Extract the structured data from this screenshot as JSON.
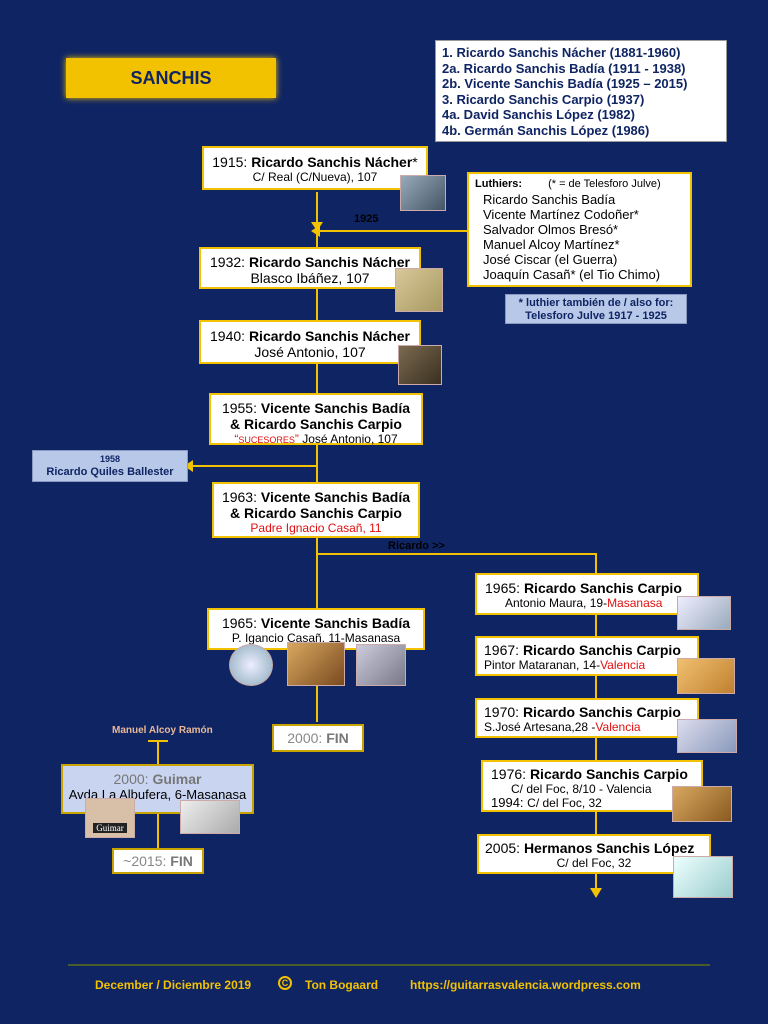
{
  "title": "SANCHIS",
  "legend": [
    "1. Ricardo Sanchis Nácher  (1881-1960)",
    "2a. Ricardo Sanchis Badía (1911 - 1938)",
    "2b. Vicente Sanchis Badía  (1925 – 2015)",
    "3.   Ricardo Sanchis Carpio (1937)",
    "4a. David Sanchis López    (1982)",
    "4b. Germán Sanchis López (1986)"
  ],
  "luthiers": {
    "header": "Luthiers:",
    "note": "(* = de Telesforo Julve)",
    "names": [
      "Ricardo Sanchis Badía",
      "Vicente Martínez Codoñer*",
      "Salvador Olmos Bresó*",
      "Manuel Alcoy Martínez*",
      "José Ciscar (el Guerra)",
      "Joaquín Casañ* (el Tio Chimo)"
    ],
    "year_label": "1925"
  },
  "also_for": {
    "line1": "* luthier también de / also for:",
    "line2": "Telesforo Julve  1917 - 1925"
  },
  "left_chain": {
    "b1915": {
      "year": "1915: ",
      "name": "Ricardo Sanchis Nácher",
      "star": "*",
      "addr": "C/ Real (C/Nueva), 107"
    },
    "b1932": {
      "year": "1932: ",
      "name": "Ricardo Sanchis Nácher",
      "addr": "Blasco Ibáñez, 107"
    },
    "b1940": {
      "year": "1940: ",
      "name": "Ricardo Sanchis Nácher",
      "addr": "José Antonio, 107"
    },
    "b1955": {
      "year": "1955: ",
      "name": "Vicente Sanchis Badía",
      "name2": "&  Ricardo Sanchis Carpio",
      "q1": "“",
      "sucesores": "SUCESORES",
      "q2": "”",
      "addr": "José Antonio, 107"
    },
    "b1963": {
      "year": "1963: ",
      "name": "Vicente Sanchis Badía",
      "name2": "&  Ricardo Sanchis Carpio",
      "addr": "Padre Ignacio Casañ, 11"
    },
    "b1965v": {
      "year": "1965: ",
      "name": "Vicente Sanchis Badía",
      "addr": "P. Igancio Casañ, 11-Masanasa"
    }
  },
  "quiles": {
    "year": "1958",
    "name": "Ricardo Quiles Ballester"
  },
  "ricardo_arrow": "Ricardo >>",
  "fin2000": {
    "year": "2000: ",
    "word": "FIN"
  },
  "alcoy_label": "Manuel Alcoy Ramón",
  "guimar": {
    "year": "2000: ",
    "name": "Guimar",
    "addr": "Avda La Albufera, 6-Masanasa",
    "label_img": "Guimar"
  },
  "fin2015": {
    "year": "~2015: ",
    "word": "FIN"
  },
  "right_chain": {
    "r1965": {
      "year": "1965: ",
      "name": "Ricardo Sanchis Carpio",
      "addr": "Antonio Maura, 19-",
      "city": "Masanasa"
    },
    "r1967": {
      "year": "1967: ",
      "name": "Ricardo Sanchis Carpio",
      "addr": "Pintor Mataranan, 14-",
      "city": "Valencia"
    },
    "r1970": {
      "year": "1970: ",
      "name": "Ricardo Sanchis Carpio",
      "addr": "S.José Artesana,28 -",
      "city": "Valencia"
    },
    "r1976": {
      "year": "1976: ",
      "name": "Ricardo Sanchis Carpio",
      "addr": "C/ del Foc, 8/10 - Valencia",
      "year2": "1994: ",
      "addr2": "C/ del Foc, 32"
    },
    "r2005": {
      "year": "2005: ",
      "name": "Hermanos Sanchis López",
      "addr": "C/ del Foc, 32"
    }
  },
  "footer": {
    "date": "December / Diciembre 2019",
    "copyright": "C",
    "author": "Ton Bogaard",
    "url": "https://guitarrasvalencia.wordpress.com"
  },
  "colors": {
    "background": "#0f2463",
    "accent": "#f2c200",
    "red": "#e01010"
  }
}
